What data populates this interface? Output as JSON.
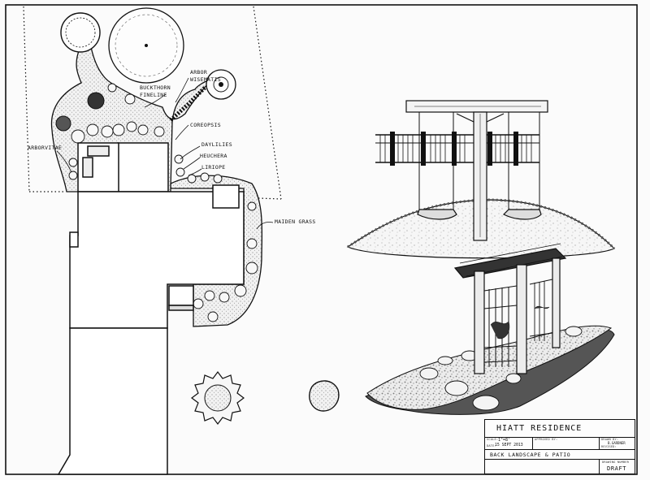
{
  "labels": {
    "arbor_wisematis": [
      "ARBOR",
      "WISEMATIS"
    ],
    "buckthorn_fineline": [
      "BUCKTHORN",
      "FINELINE"
    ],
    "coreopsis": "COREOPSIS",
    "daylilies": "DAYLILIES",
    "heuchera": "HEUCHERA",
    "liriope": "LIRIOPE",
    "arborvitae": "ARBORVITAE",
    "maiden_grass": "MAIDEN GRASS"
  },
  "title_block": {
    "project": "HIATT RESIDENCE",
    "scale_label": "SCALE:",
    "scale_value": "1\"=8'",
    "approved_label": "APPROVED BY:",
    "drawn_label": "DRAWN BY:",
    "drawn_value": "B.GARDNER",
    "date_label": "DATE:",
    "date_value": "15 SEPT 2013",
    "revised_label": "REVISED:",
    "sheet_title": "BACK LANDSCAPE & PATIO",
    "drawing_number_label": "DRAWING NUMBER",
    "drawing_number_value": "DRAFT"
  },
  "colors": {
    "ink": "#111111",
    "paper": "#fbfbfb",
    "gravel": "#9a9a9a"
  }
}
